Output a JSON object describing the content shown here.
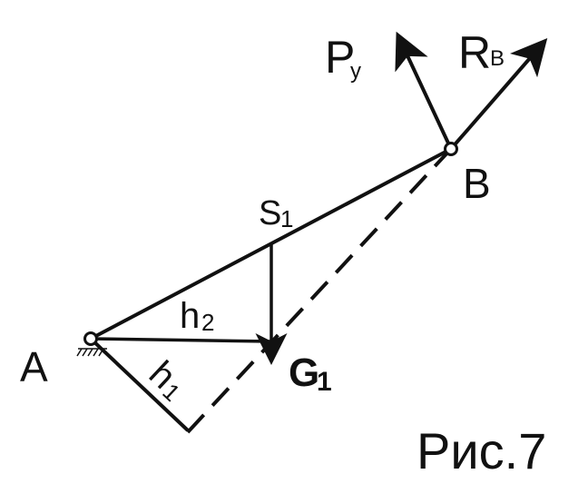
{
  "diagram": {
    "points": {
      "a": "A",
      "b": "B"
    },
    "labels": {
      "s": "S",
      "s_sub": "1",
      "h1": "h",
      "h1_sub": "1",
      "h2": "h",
      "h2_sub": "2",
      "g": "G",
      "g_sub": "1",
      "p": "P",
      "p_sub": "y",
      "r": "R",
      "r_sub": "B"
    },
    "caption": "Рис.7"
  }
}
